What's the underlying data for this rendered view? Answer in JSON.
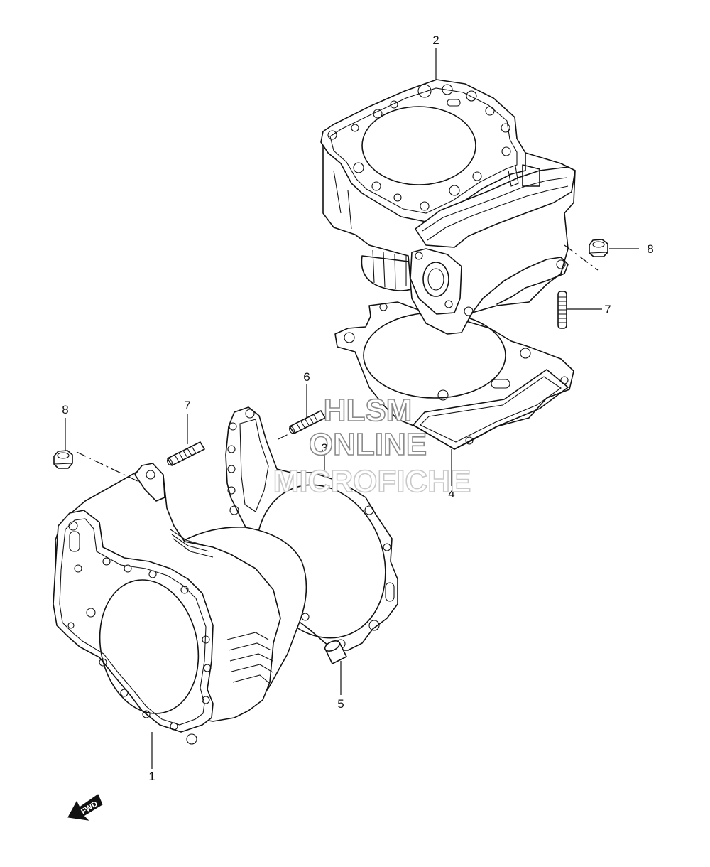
{
  "callouts": {
    "p1": "1",
    "p2": "2",
    "p3": "3",
    "p4": "4",
    "p5": "5",
    "p6": "6",
    "p7a": "7",
    "p7b": "7",
    "p8a": "8",
    "p8b": "8"
  },
  "watermark": {
    "line1": "HLSM",
    "line2": "ONLINE",
    "line3": "MICROFICHE"
  },
  "fwd_label": "FWD",
  "colors": {
    "line": "#111111",
    "background": "#ffffff",
    "watermark": "#8a8a8a"
  }
}
